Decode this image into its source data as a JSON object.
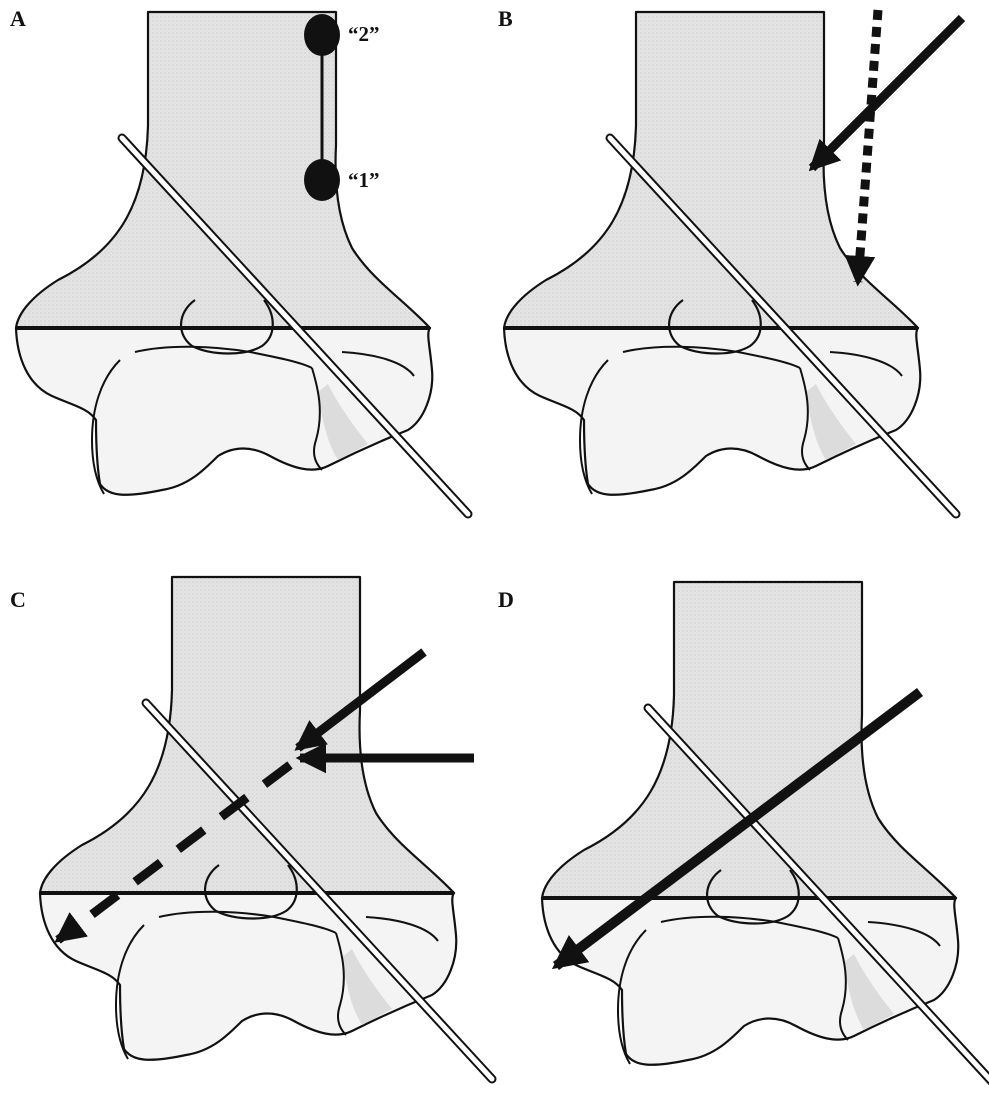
{
  "panels": [
    {
      "label": "A"
    },
    {
      "label": "B"
    },
    {
      "label": "C"
    },
    {
      "label": "D"
    }
  ],
  "markers": [
    {
      "label": "“2”"
    },
    {
      "label": "“1”"
    }
  ],
  "colors": {
    "bone_fill": "#e2e2e2",
    "condyle_fill": "#f4f4f4",
    "ink": "#111111",
    "background": "#ffffff"
  }
}
